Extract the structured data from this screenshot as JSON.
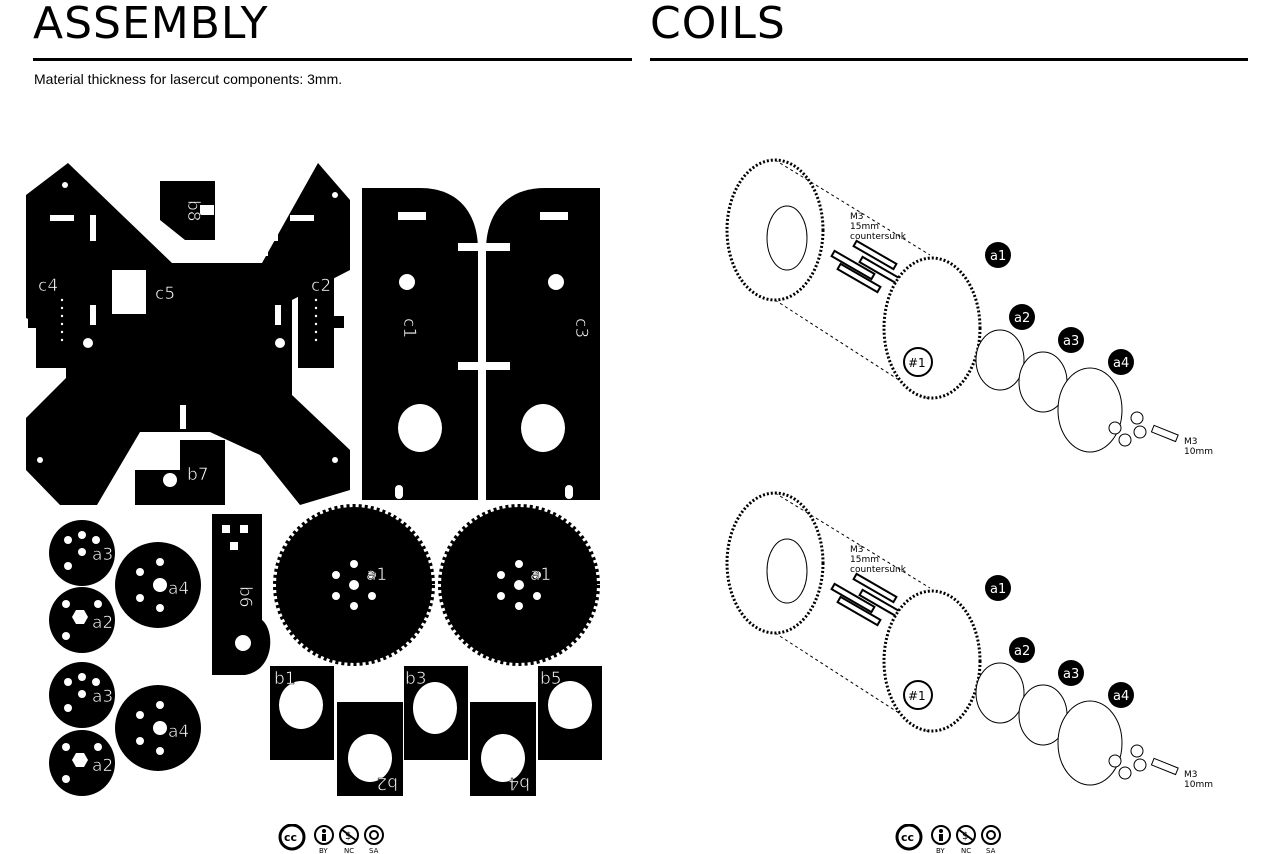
{
  "assembly": {
    "title": "ASSEMBLY",
    "subtitle": "Material thickness for lasercut components: 3mm.",
    "part_labels": {
      "c1": "c1",
      "c2": "c2",
      "c3": "c3",
      "c4": "c4",
      "c5": "c5",
      "b1": "b1",
      "b2": "b2",
      "b3": "b3",
      "b4": "b4",
      "b5": "b5",
      "b6": "b6",
      "b7": "b7",
      "b8": "b8",
      "a1": "a1",
      "a2": "a2",
      "a3": "a3",
      "a4": "a4"
    }
  },
  "coils": {
    "title": "COILS",
    "callouts": [
      "a1",
      "a2",
      "a3",
      "a4"
    ],
    "marker": "#1",
    "screw_note": [
      "M3",
      "15mm",
      "countersunk"
    ],
    "bolt_note": [
      "M3",
      "10mm"
    ]
  },
  "license": {
    "icons": [
      "cc-icon",
      "by-icon",
      "nc-icon",
      "sa-icon"
    ],
    "labels": [
      "BY",
      "NC",
      "SA"
    ]
  }
}
